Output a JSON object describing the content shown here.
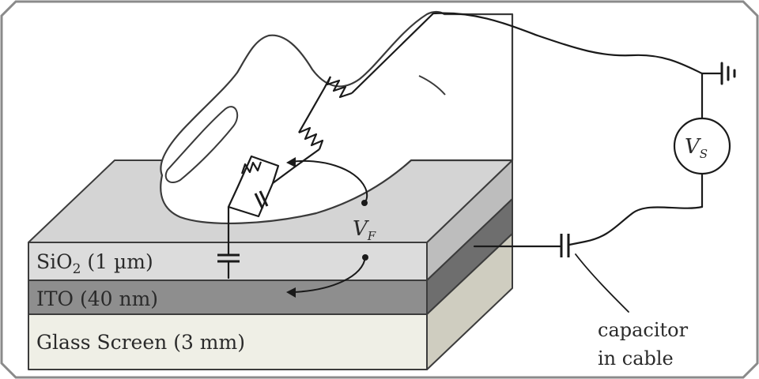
{
  "layers": {
    "sio2": {
      "prefix": "SiO",
      "sub": "2",
      "suffix": " (1 µm)"
    },
    "ito": {
      "label": "ITO (40 nm)"
    },
    "glass": {
      "label": "Glass Screen (3 mm)"
    }
  },
  "annotations": {
    "capacitor_line1": "capacitor",
    "capacitor_line2": "in cable"
  },
  "symbols": {
    "vs": {
      "main": "V",
      "sub": "S"
    },
    "vf": {
      "main": "V",
      "sub": "F"
    }
  },
  "icons": [
    "ground-icon",
    "voltage-source-icon",
    "resistor-icon",
    "capacitor-icon",
    "finger-illustration"
  ],
  "colors": {
    "sio2_face": "#dcdcdc",
    "ito_face": "#8e8e8e",
    "glass_face": "#efefe6",
    "top_surface": "#d2d2d2",
    "outline": "#3c3c3c",
    "frame": "#7f7f7f"
  }
}
